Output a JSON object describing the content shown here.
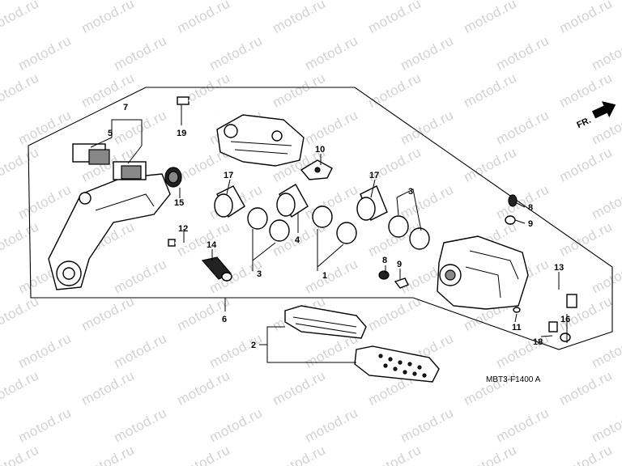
{
  "watermark": "motod.ru",
  "direction_label": "FR.",
  "diagram_code": "MBT3-F1400 A",
  "callouts": {
    "c1": "1",
    "c2": "2",
    "c3a": "3",
    "c3b": "3",
    "c4": "4",
    "c5": "5",
    "c6": "6",
    "c7": "7",
    "c8a": "8",
    "c8b": "8",
    "c9a": "9",
    "c9b": "9",
    "c10": "10",
    "c11": "11",
    "c12": "12",
    "c13": "13",
    "c14": "14",
    "c15": "15",
    "c16": "16",
    "c17a": "17",
    "c17b": "17",
    "c18": "18",
    "c19": "19"
  }
}
